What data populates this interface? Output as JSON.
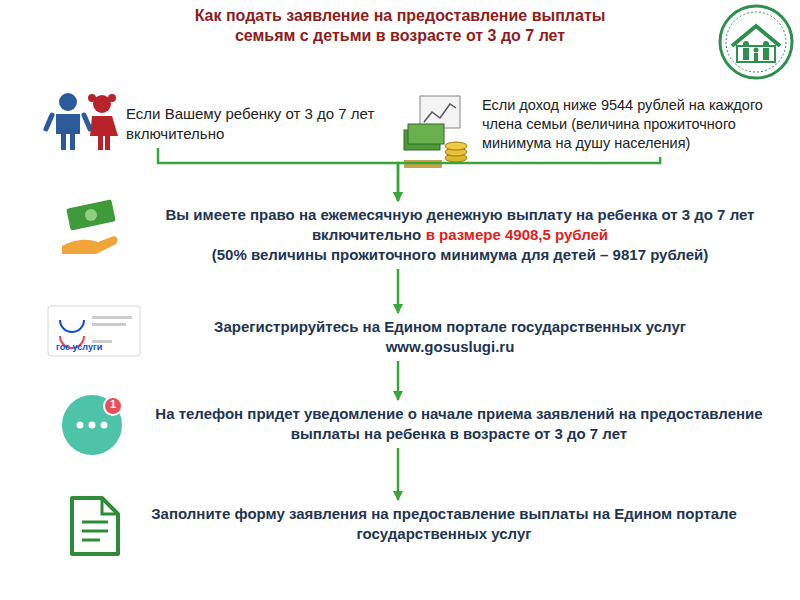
{
  "diagram": {
    "title": "Как подать заявление на предоставление выплаты семьям с детьми в возрасте от 3 до 7 лет",
    "nodes": [
      {
        "text": [
          "Если Вашему ребенку от 3 до 7 лет включительно"
        ]
      },
      {
        "text": [
          "Если доход ниже 9544 рублей на каждого члена семьи (величина прожиточного минимума на душу населения)"
        ]
      },
      {
        "text": [
          "Вы имеете право на ежемесячную денежную выплату на ребенка от 3 до 7 лет включительно",
          "в размере 4908,5 рублей",
          "(50% величины прожиточного минимума для детей – 9817 рублей)"
        ]
      },
      {
        "text": [
          "Зарегистрируйтесь на Едином портале государственных услуг",
          "www.gosuslugi.ru"
        ]
      },
      {
        "text": [
          "На телефон придет уведомление о начале приема заявлений на предоставление выплаты на ребенка в возрасте от 3 до 7 лет"
        ]
      },
      {
        "text": [
          "Заполните форму заявления на предоставление выплаты на Едином портале государственных услуг"
        ]
      }
    ],
    "edges": [
      {
        "from": 0,
        "to": 2,
        "arrow": "to"
      },
      {
        "from": 1,
        "to": 2,
        "arrow": "to"
      },
      {
        "from": 2,
        "to": 3,
        "arrow": "to"
      },
      {
        "from": 3,
        "to": 4,
        "arrow": "to"
      },
      {
        "from": 4,
        "to": 5,
        "arrow": "to"
      }
    ],
    "labels": [
      "гос услуги",
      "1"
    ]
  }
}
